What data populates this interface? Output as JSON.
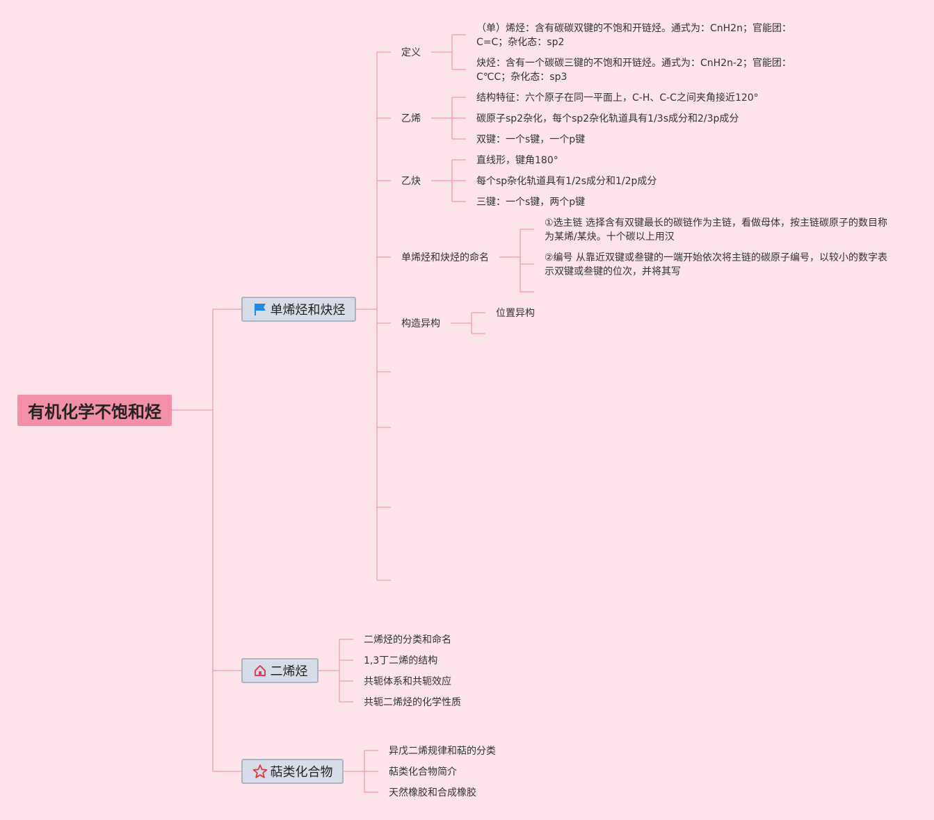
{
  "root": {
    "label": "有机化学不饱和烃"
  },
  "branch1": {
    "label": "单烯烃和炔烃",
    "icon": "flag-icon",
    "definition": {
      "label": "定义",
      "items": [
        "（单）烯烃：含有碳碳双键的不饱和开链烃。通式为：CnH2n；官能团：C=C；杂化态：sp2",
        "炔烃：含有一个碳碳三键的不饱和开链烃。通式为：CnH2n-2；官能团：C℃C；杂化态：sp3"
      ]
    },
    "ethylene": {
      "label": "乙烯",
      "items": [
        "结构特征：六个原子在同一平面上，C-H、C-C之间夹角接近120°",
        "碳原子sp2杂化，每个sp2杂化轨道具有1/3s成分和2/3p成分",
        "双键：一个s键，一个p键"
      ]
    },
    "acetylene": {
      "label": "乙炔",
      "items": [
        "直线形，键角180°",
        "每个sp杂化轨道具有1/2s成分和1/2p成分",
        "三键：一个s键，两个p键"
      ]
    },
    "naming": {
      "label": "单烯烃和炔烃的命名",
      "items": [
        "①选主链 选择含有双键最长的碳链作为主链，看做母体，按主链碳原子的数目称为某烯/某炔。十个碳以上用汉",
        "②编号 从靠近双键或叁键的一端开始依次将主链的碳原子编号，以较小的数字表示双键或叁键的位次，并将其写"
      ]
    },
    "isomer": {
      "label": "构造异构",
      "items": [
        "位置异构"
      ]
    }
  },
  "branch2": {
    "label": "二烯烃",
    "icon": "home-icon",
    "items": [
      "二烯烃的分类和命名",
      "1,3丁二烯的结构",
      "共轭体系和共轭效应",
      "共轭二烯烃的化学性质"
    ]
  },
  "branch3": {
    "label": "萜类化合物",
    "icon": "star-icon",
    "items": [
      "异戊二烯规律和萜的分类",
      "萜类化合物简介",
      "天然橡胶和合成橡胶"
    ]
  },
  "colors": {
    "background": "#fde3ea",
    "root": "#f48fa8",
    "line": "#f4a6ba",
    "main_node": "#d7dde8",
    "flag": "#1e88e5",
    "home": "#e0405e",
    "star": "#e53935"
  }
}
